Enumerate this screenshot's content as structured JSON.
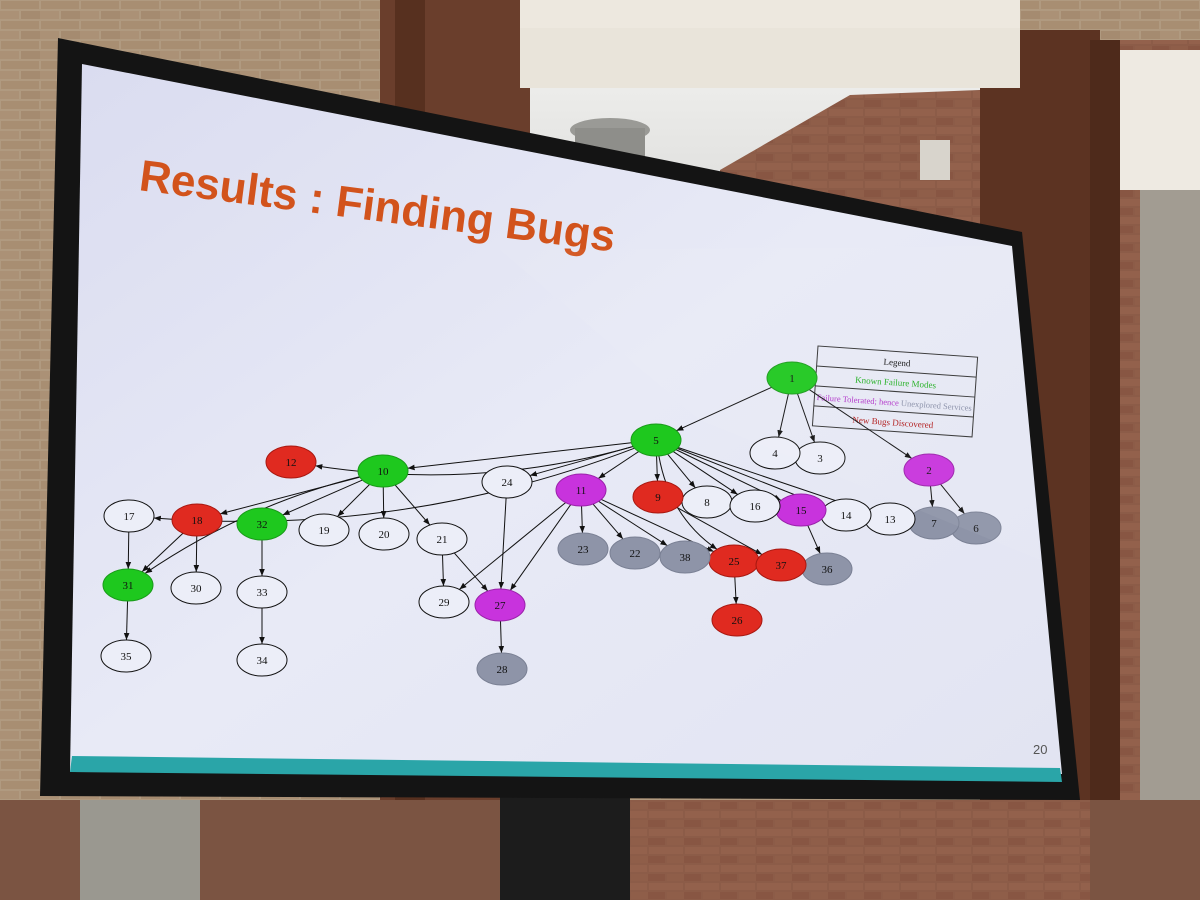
{
  "slide": {
    "title": "Results : Finding Bugs",
    "page_number": "20"
  },
  "legend": {
    "heading": "Legend",
    "rows": [
      {
        "text": "Known Failure Modes",
        "color": "#22b022"
      },
      {
        "segments": [
          {
            "text": "Failure Tolerated; hence ",
            "color": "#b030c8"
          },
          {
            "text": "Unexplored Services",
            "color": "#8a90a8"
          }
        ]
      },
      {
        "text": "New Bugs Discovered",
        "color": "#b01818"
      }
    ]
  },
  "colors": {
    "green": "#1ec81e",
    "magenta": "#c833dd",
    "red": "#e02a20",
    "gray": "#8e94a8",
    "white": "#eceef8",
    "title": "#d2531c",
    "teal_bar": "#2aa5a8",
    "screen_bg": "#e4e6f4"
  },
  "graph": {
    "nodes": [
      {
        "id": "1",
        "color": "green"
      },
      {
        "id": "2",
        "color": "magenta"
      },
      {
        "id": "3",
        "color": "white"
      },
      {
        "id": "4",
        "color": "white"
      },
      {
        "id": "5",
        "color": "green"
      },
      {
        "id": "6",
        "color": "gray"
      },
      {
        "id": "7",
        "color": "gray"
      },
      {
        "id": "8",
        "color": "white"
      },
      {
        "id": "9",
        "color": "red"
      },
      {
        "id": "10",
        "color": "green"
      },
      {
        "id": "11",
        "color": "magenta"
      },
      {
        "id": "12",
        "color": "red"
      },
      {
        "id": "13",
        "color": "white"
      },
      {
        "id": "14",
        "color": "white"
      },
      {
        "id": "15",
        "color": "magenta"
      },
      {
        "id": "16",
        "color": "white"
      },
      {
        "id": "17",
        "color": "white"
      },
      {
        "id": "18",
        "color": "red"
      },
      {
        "id": "19",
        "color": "white"
      },
      {
        "id": "20",
        "color": "white"
      },
      {
        "id": "21",
        "color": "white"
      },
      {
        "id": "22",
        "color": "gray"
      },
      {
        "id": "23",
        "color": "gray"
      },
      {
        "id": "24",
        "color": "white"
      },
      {
        "id": "25",
        "color": "red"
      },
      {
        "id": "26",
        "color": "red"
      },
      {
        "id": "27",
        "color": "magenta"
      },
      {
        "id": "28",
        "color": "gray"
      },
      {
        "id": "29",
        "color": "white"
      },
      {
        "id": "30",
        "color": "white"
      },
      {
        "id": "31",
        "color": "green"
      },
      {
        "id": "32",
        "color": "green"
      },
      {
        "id": "33",
        "color": "white"
      },
      {
        "id": "34",
        "color": "white"
      },
      {
        "id": "35",
        "color": "white"
      },
      {
        "id": "36",
        "color": "gray"
      },
      {
        "id": "37",
        "color": "red"
      },
      {
        "id": "38",
        "color": "gray"
      }
    ],
    "edges": [
      [
        "1",
        "4"
      ],
      [
        "1",
        "3"
      ],
      [
        "1",
        "5"
      ],
      [
        "1",
        "2"
      ],
      [
        "2",
        "7"
      ],
      [
        "2",
        "6"
      ],
      [
        "5",
        "12"
      ],
      [
        "5",
        "10"
      ],
      [
        "5",
        "24"
      ],
      [
        "5",
        "11"
      ],
      [
        "5",
        "9"
      ],
      [
        "5",
        "8"
      ],
      [
        "5",
        "16"
      ],
      [
        "5",
        "15"
      ],
      [
        "5",
        "14"
      ],
      [
        "5",
        "13"
      ],
      [
        "5",
        "17"
      ],
      [
        "5",
        "25"
      ],
      [
        "10",
        "18"
      ],
      [
        "10",
        "32"
      ],
      [
        "10",
        "19"
      ],
      [
        "10",
        "20"
      ],
      [
        "10",
        "21"
      ],
      [
        "10",
        "31"
      ],
      [
        "17",
        "31"
      ],
      [
        "18",
        "31"
      ],
      [
        "18",
        "30"
      ],
      [
        "32",
        "33"
      ],
      [
        "33",
        "34"
      ],
      [
        "31",
        "35"
      ],
      [
        "21",
        "29"
      ],
      [
        "21",
        "27"
      ],
      [
        "24",
        "27"
      ],
      [
        "11",
        "29"
      ],
      [
        "11",
        "27"
      ],
      [
        "11",
        "23"
      ],
      [
        "11",
        "22"
      ],
      [
        "11",
        "38"
      ],
      [
        "11",
        "25"
      ],
      [
        "27",
        "28"
      ],
      [
        "9",
        "37"
      ],
      [
        "25",
        "26"
      ],
      [
        "15",
        "36"
      ]
    ]
  }
}
